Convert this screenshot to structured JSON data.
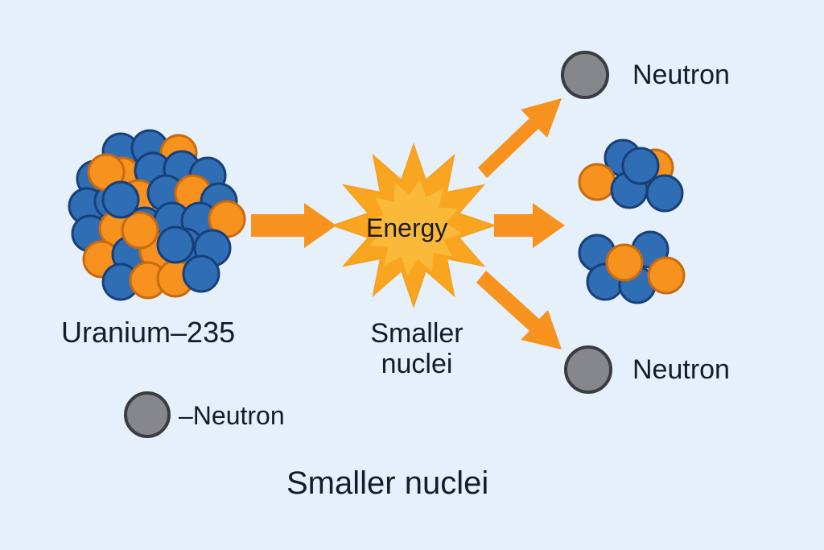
{
  "labels": {
    "uranium": "Uranium–235",
    "smaller_nuclei_mid_line1": "Smaller",
    "smaller_nuclei_mid_line2": "nuclei",
    "energy": "Energy",
    "neutron_top": "Neutron",
    "neutron_bottom": "Neutron",
    "legend_neutron": "–Neutron",
    "smaller_nuclei_bottom": "Smaller nuclei"
  },
  "colors": {
    "background": "#e6f0fa",
    "proton_fill": "#f7921e",
    "proton_stroke": "#c96a10",
    "neutron_nucleon_fill": "#2f6db5",
    "neutron_nucleon_stroke": "#17407a",
    "free_neutron_fill": "#85878c",
    "free_neutron_stroke": "#3a3c42",
    "arrow": "#f7921e",
    "burst_fill": "#f9a51f",
    "burst_inner": "#fbb93a"
  },
  "icons": {
    "uranium_nucleus": "uranium-235-nucleus-icon",
    "energy_burst": "energy-burst-icon",
    "neutron": "neutron-icon",
    "fragment": "smaller-nucleus-icon"
  }
}
